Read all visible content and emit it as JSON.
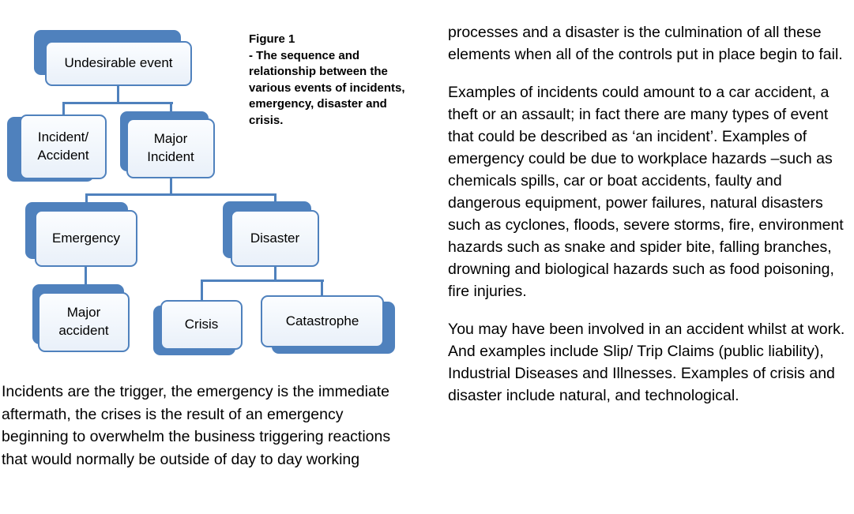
{
  "figure": {
    "title": "Figure 1",
    "body": "- The sequence and relationship between the various events of incidents,  emergency, disaster and crisis."
  },
  "diagram": {
    "accent_color": "#4f81bd",
    "box_fill": "#eef3fa",
    "nodes": [
      {
        "id": "undesirable-event",
        "label": "Undesirable event"
      },
      {
        "id": "incident-accident",
        "label": "Incident/ Accident"
      },
      {
        "id": "major-incident",
        "label": "Major Incident"
      },
      {
        "id": "emergency",
        "label": "Emergency"
      },
      {
        "id": "disaster",
        "label": "Disaster"
      },
      {
        "id": "major-accident",
        "label": "Major accident"
      },
      {
        "id": "crisis",
        "label": "Crisis"
      },
      {
        "id": "catastrophe",
        "label": "Catastrophe"
      }
    ],
    "edges": [
      [
        "undesirable-event",
        "incident-accident"
      ],
      [
        "undesirable-event",
        "major-incident"
      ],
      [
        "major-incident",
        "emergency"
      ],
      [
        "major-incident",
        "disaster"
      ],
      [
        "emergency",
        "major-accident"
      ],
      [
        "disaster",
        "crisis"
      ],
      [
        "disaster",
        "catastrophe"
      ]
    ]
  },
  "text": {
    "left_paragraph": "Incidents are the trigger, the emergency is the immediate aftermath, the crises is the  result of an emergency beginning to overwhelm the business triggering reactions that  would normally be outside of day to day working",
    "right_paragraphs": [
      "processes and a disaster is the  culmination of all these elements when all of the controls put in place begin to fail.",
      "Examples of incidents could amount to a car accident, a theft or an assault; in fact there are many  types of event that could be described as ‘an incident’. Examples of emergency could be due to  workplace hazards –such as chemicals spills, car or boat accidents, faulty and dangerous  equipment, power failures, natural disasters such as cyclones, floods, severe storms, fire,  environment hazards such as snake and spider bite, falling branches, drowning and  biological hazards such as food poisoning, fire injuries.",
      "You may have been involved in an accident whilst at work. And examples include  Slip/ Trip Claims (public liability), Industrial Diseases and Illnesses. Examples of crisis and  disaster include natural, and technological."
    ]
  }
}
